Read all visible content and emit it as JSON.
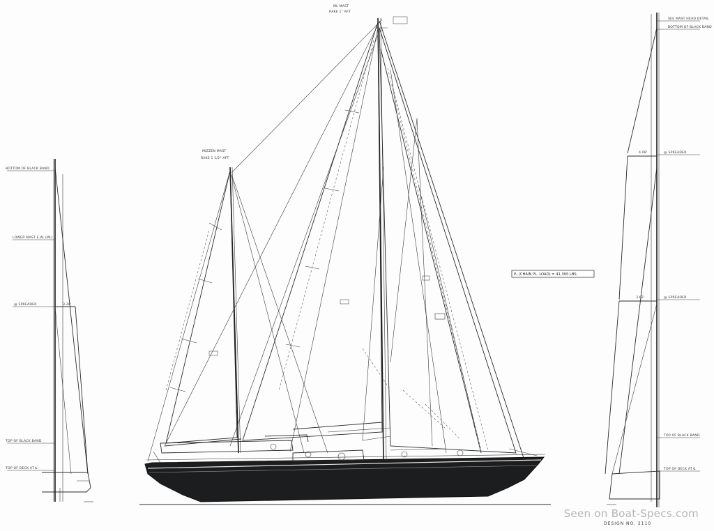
{
  "labels": {
    "main_mast": "ML MAST",
    "main_mast_sub": "RAKE 1° AFT",
    "mizzen_mast": "MIZZEN MAST",
    "mizzen_mast_sub": "RAKE 1 1/2° AFT",
    "chain_plate": "P₁ (CHAIN PL. LOAD) = 41,300 LBS.",
    "left_bottom_black_band": "BOTTOM OF BLACK BAND",
    "left_lower_mast": "LOWER MAST E.W. (ML)",
    "left_spreader": "@ SPREADER",
    "left_top_black_band": "TOP OF BLACK BAND",
    "left_top_deck": "TOP OF DECK AT ℄",
    "right_see_mast_head": "SEE MAST HEAD DETAIL",
    "right_bottom_black_band": "BOTTOM OF BLACK BAND",
    "right_spreader_upper": "@ SPREADER",
    "right_spreader_lower": "@ SPREADER",
    "right_top_black_band": "TOP OF BLACK BAND",
    "right_top_deck": "TOP OF DECK AT ℄",
    "dim_upper_right": "4.08'",
    "dim_lower_right": "3.62'",
    "dim_left_spreader": "3.28'"
  },
  "design_number": "DESIGN NO. 2110",
  "watermark": "Seen on Boat-Specs.com"
}
